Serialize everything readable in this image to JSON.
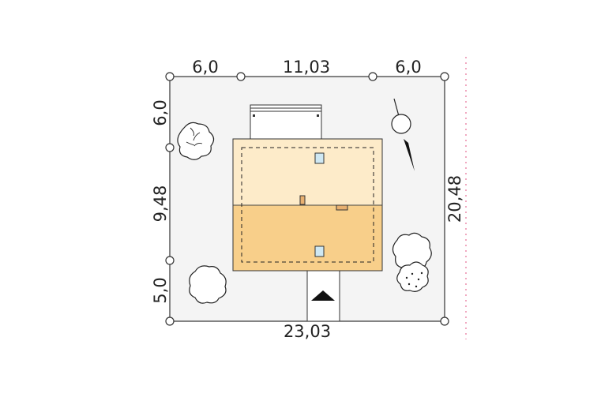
{
  "dimensions": {
    "top_left": "6,0",
    "top_middle": "11,03",
    "top_right": "6,0",
    "left_top": "6,0",
    "left_middle": "9,48",
    "left_bottom": "5,0",
    "bottom": "23,03",
    "right": "20,48"
  },
  "colors": {
    "plot": "#f4f4f4",
    "roof_upper": "#fdebc9",
    "roof_lower": "#f8cf8a",
    "skylight": "#cfe8f3",
    "chimney": "#e8b070",
    "boundary_marker": "#e05080"
  },
  "icons": {
    "north_arrow": "compass-north-arrow",
    "entrance": "entrance-triangle-icon",
    "trees": "tree-icon"
  }
}
